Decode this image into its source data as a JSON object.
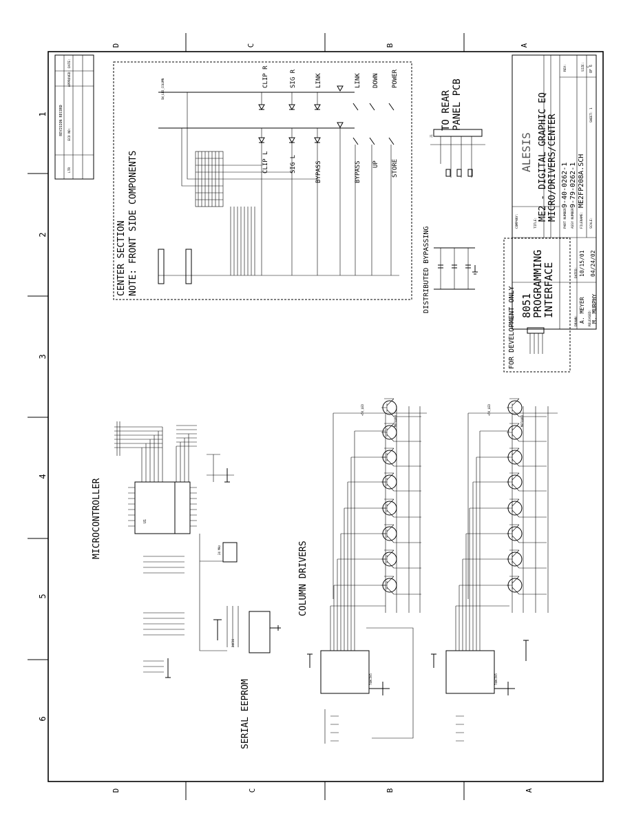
{
  "border": {
    "columns_top": [
      "D",
      "C",
      "B",
      "A"
    ],
    "columns_bottom": [
      "D",
      "C",
      "B",
      "A"
    ],
    "rows": [
      "1",
      "2",
      "3",
      "4",
      "5",
      "6"
    ]
  },
  "revision_block": {
    "title": "REVISION RECORD",
    "col_ltr": "LTR",
    "col_eco": "ECO NO:",
    "col_approved": "APPROVED:",
    "col_date": "DATE:"
  },
  "sections": {
    "center_title": "CENTER SECTION",
    "center_note": "NOTE: FRONT SIDE COMPONENTS",
    "to_rear": "TO REAR",
    "panel_pcb": "PANEL PCB",
    "microcontroller": "MICROCONTROLLER",
    "column_drivers": "COLUMN DRIVERS",
    "serial_eeprom": "SERIAL EEPROM",
    "distributed_bypassing": "DISTRIBUTED BYPASSING",
    "dev_only": "FOR DEVELOPMENT ONLY",
    "prog_line1": "8051",
    "prog_line2": "PROGRAMMING",
    "prog_line3": "INTERFACE"
  },
  "switch_labels": {
    "clip_r": "CLIP R",
    "sig_r": "SIG R",
    "link": "LINK",
    "link_sw": "LINK",
    "down": "DOWN",
    "power": "POWER",
    "clip_l": "CLIP L",
    "sig_l": "SIG L",
    "bypass": "BYPASS",
    "bypass_sw": "BYPASS",
    "up": "UP",
    "store": "STORE"
  },
  "title_block": {
    "company_label": "COMPANY:",
    "company": "ALESIS",
    "title_label": "TITLE:",
    "title_line1": "ME2 - DIGITAL GRAPHIC EQ",
    "title_line2": "MICRO/DRIVERS/CENTER",
    "part_label": "PART NUMBER:",
    "part_number": "9-40-0262-1",
    "assy_label": "ASSY NUMBER:",
    "assy_number": "9-79-0262-1",
    "file_label": "FILENAME:",
    "filename": "ME2FP208A.SCH",
    "scale_label": "SCALE:",
    "sheet": "SHEET: 1",
    "of": "OF 6",
    "rev_label": "REV:",
    "size_label": "SIZE:",
    "size": "C",
    "drawn_label": "DRAWN:",
    "drawn_by": "A. MEYER",
    "released_label": "RELEASED:",
    "released_by": "M. MURPHY",
    "date_label": "DATED:",
    "drawn_date": "10/15/01",
    "released_date": "04/24/02"
  },
  "parts": {
    "transistor": "MBT4403",
    "supply": "+5V_LED",
    "shift_reg": "74HC595",
    "eeprom": "24C16",
    "connector_j": "J1",
    "mcu": "U1",
    "crystal": "24 MHz"
  }
}
